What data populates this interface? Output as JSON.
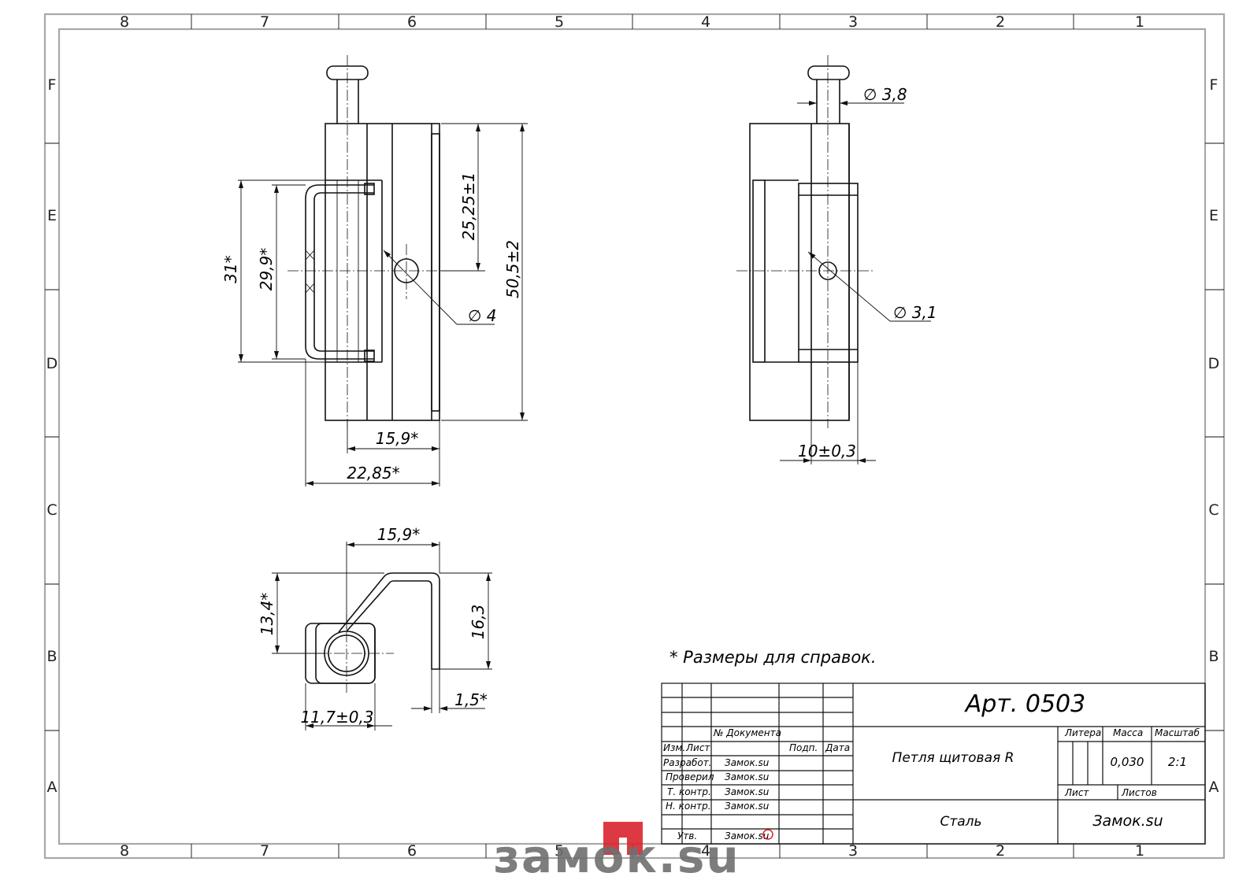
{
  "border": {
    "columns": [
      "8",
      "7",
      "6",
      "5",
      "4",
      "3",
      "2",
      "1"
    ],
    "rows": [
      "F",
      "E",
      "D",
      "C",
      "B",
      "A"
    ]
  },
  "dimensions": {
    "view1_height_top": "25,25±1",
    "view1_height_total": "50,5±2",
    "view1_diam": "∅ 4",
    "view1_31": "31*",
    "view1_299": "29,9*",
    "view1_159": "15,9*",
    "view1_2285": "22,85*",
    "view2_diam_pin": "∅ 3,8",
    "view2_diam_hole": "∅ 3,1",
    "view2_width": "10±0,3",
    "view3_159": "15,9*",
    "view3_134": "13,4*",
    "view3_163": "16,3",
    "view3_15": "1,5*",
    "view3_117": "11,7±0,3"
  },
  "note": "* Размеры для справок.",
  "title_block": {
    "article": "Арт. 0503",
    "name": "Петля щитовая R",
    "material": "Сталь",
    "company": "Замок.su",
    "doc_header": "№ Документа",
    "col_izm": "Изм.",
    "col_list": "Лист",
    "col_podp": "Подп.",
    "col_data": "Дата",
    "litera": "Литера",
    "massa": "Масса",
    "masshtab": "Масштаб",
    "mass_value": "0,030",
    "scale_value": "2:1",
    "list_label": "Лист",
    "listov_label": "Листов",
    "rows": [
      {
        "role": "Разработ.",
        "name": "Замок.su"
      },
      {
        "role": "Проверил",
        "name": "Замок.su"
      },
      {
        "role": "Т. контр.",
        "name": "Замок.su"
      },
      {
        "role": "Н. контр.",
        "name": "Замок.su"
      },
      {
        "role": "Утв.",
        "name": "Замок.su"
      }
    ]
  },
  "watermark": {
    "text": "замок.su",
    "colors": {
      "grey": "#6f6f6f",
      "red": "#d9232e"
    }
  }
}
